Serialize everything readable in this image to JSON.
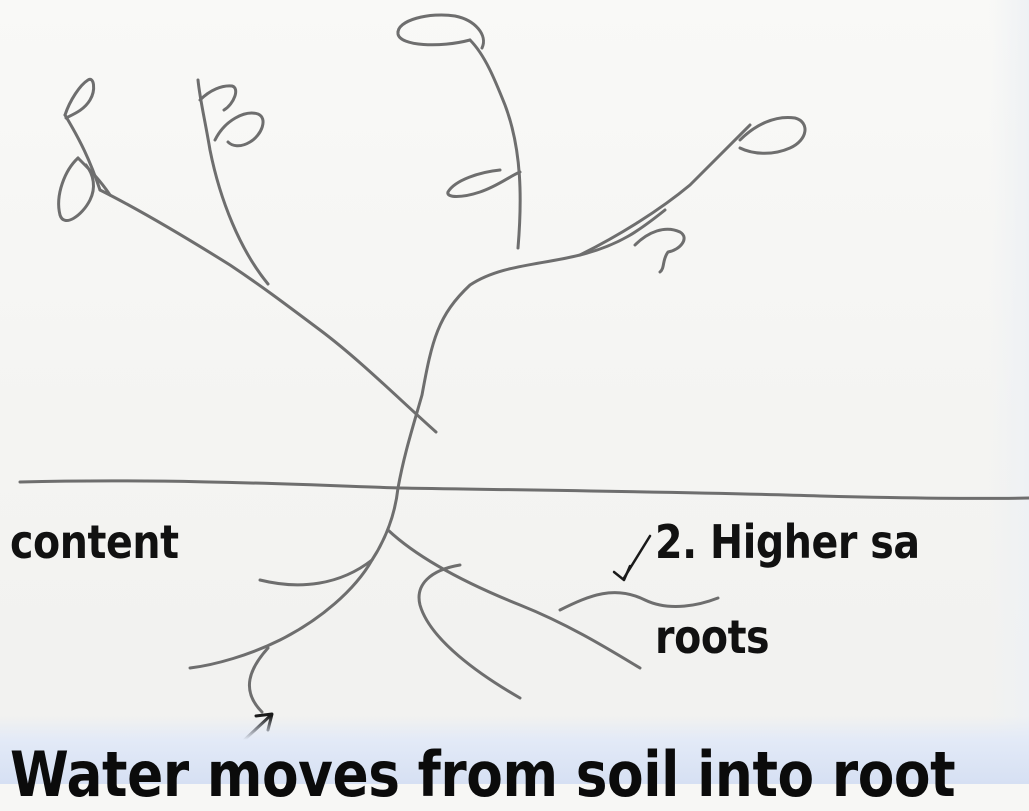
{
  "labels": {
    "left": "content",
    "right_line1": "2. Higher sa",
    "right_line2": "roots",
    "bottom": "Water moves from soil into root"
  },
  "colors": {
    "pencil": "#6e6e6e",
    "text": "#111111",
    "footer_band": "#dfe7f6"
  }
}
